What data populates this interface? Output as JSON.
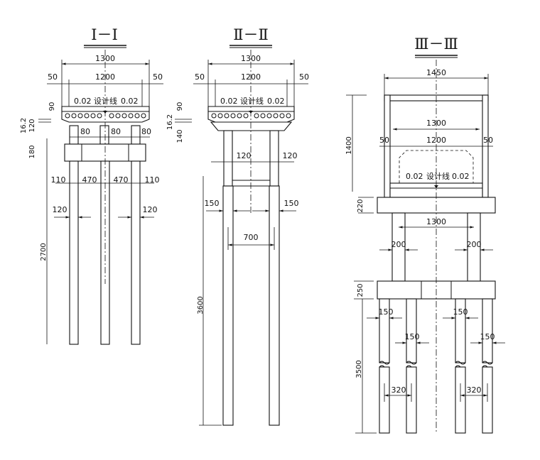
{
  "sections": [
    {
      "title": "Ⅰ－Ⅰ",
      "slope_left": "0.02",
      "design_line": "设计线",
      "slope_right": "0.02",
      "dims": {
        "overall_width": "1300",
        "inner_width": "1200",
        "left_edge": "50",
        "right_edge": "50",
        "deck_90": "90",
        "deck_16_2": "16.2",
        "deck_120": "120",
        "cap_180": "180",
        "col_80_a": "80",
        "col_80_b": "80",
        "col_80_c": "80",
        "off_110_l": "110",
        "span_470_l": "470",
        "span_470_r": "470",
        "off_110_r": "110",
        "pile_120_l": "120",
        "pile_120_r": "120",
        "height_2700": "2700"
      }
    },
    {
      "title": "Ⅱ－Ⅱ",
      "slope_left": "0.02",
      "design_line": "设计线",
      "slope_right": "0.02",
      "dims": {
        "overall_width": "1300",
        "inner_width": "1200",
        "left_edge": "50",
        "right_edge": "50",
        "deck_90": "90",
        "deck_16_2": "16.2",
        "deck_140": "140",
        "col_120_l": "120",
        "col_120_r": "120",
        "pile_150_l": "150",
        "pile_150_r": "150",
        "span_700": "700",
        "height_3600": "3600"
      }
    },
    {
      "title": "Ⅲ－Ⅲ",
      "slope_left": "0.02",
      "design_line": "设计线",
      "slope_right": "0.02",
      "dims": {
        "frame_1450": "1450",
        "height_1400": "1400",
        "overall_1300": "1300",
        "inner_1200": "1200",
        "edge_50_l": "50",
        "edge_50_r": "50",
        "cap_220": "220",
        "col_span_1300": "1300",
        "col_200_l": "200",
        "col_200_r": "200",
        "cap_250": "250",
        "pile_150_a": "150",
        "pile_150_b": "150",
        "pile_150_c": "150",
        "pile_150_d": "150",
        "height_3500": "3500",
        "span_320_l": "320",
        "span_320_r": "320"
      }
    }
  ]
}
